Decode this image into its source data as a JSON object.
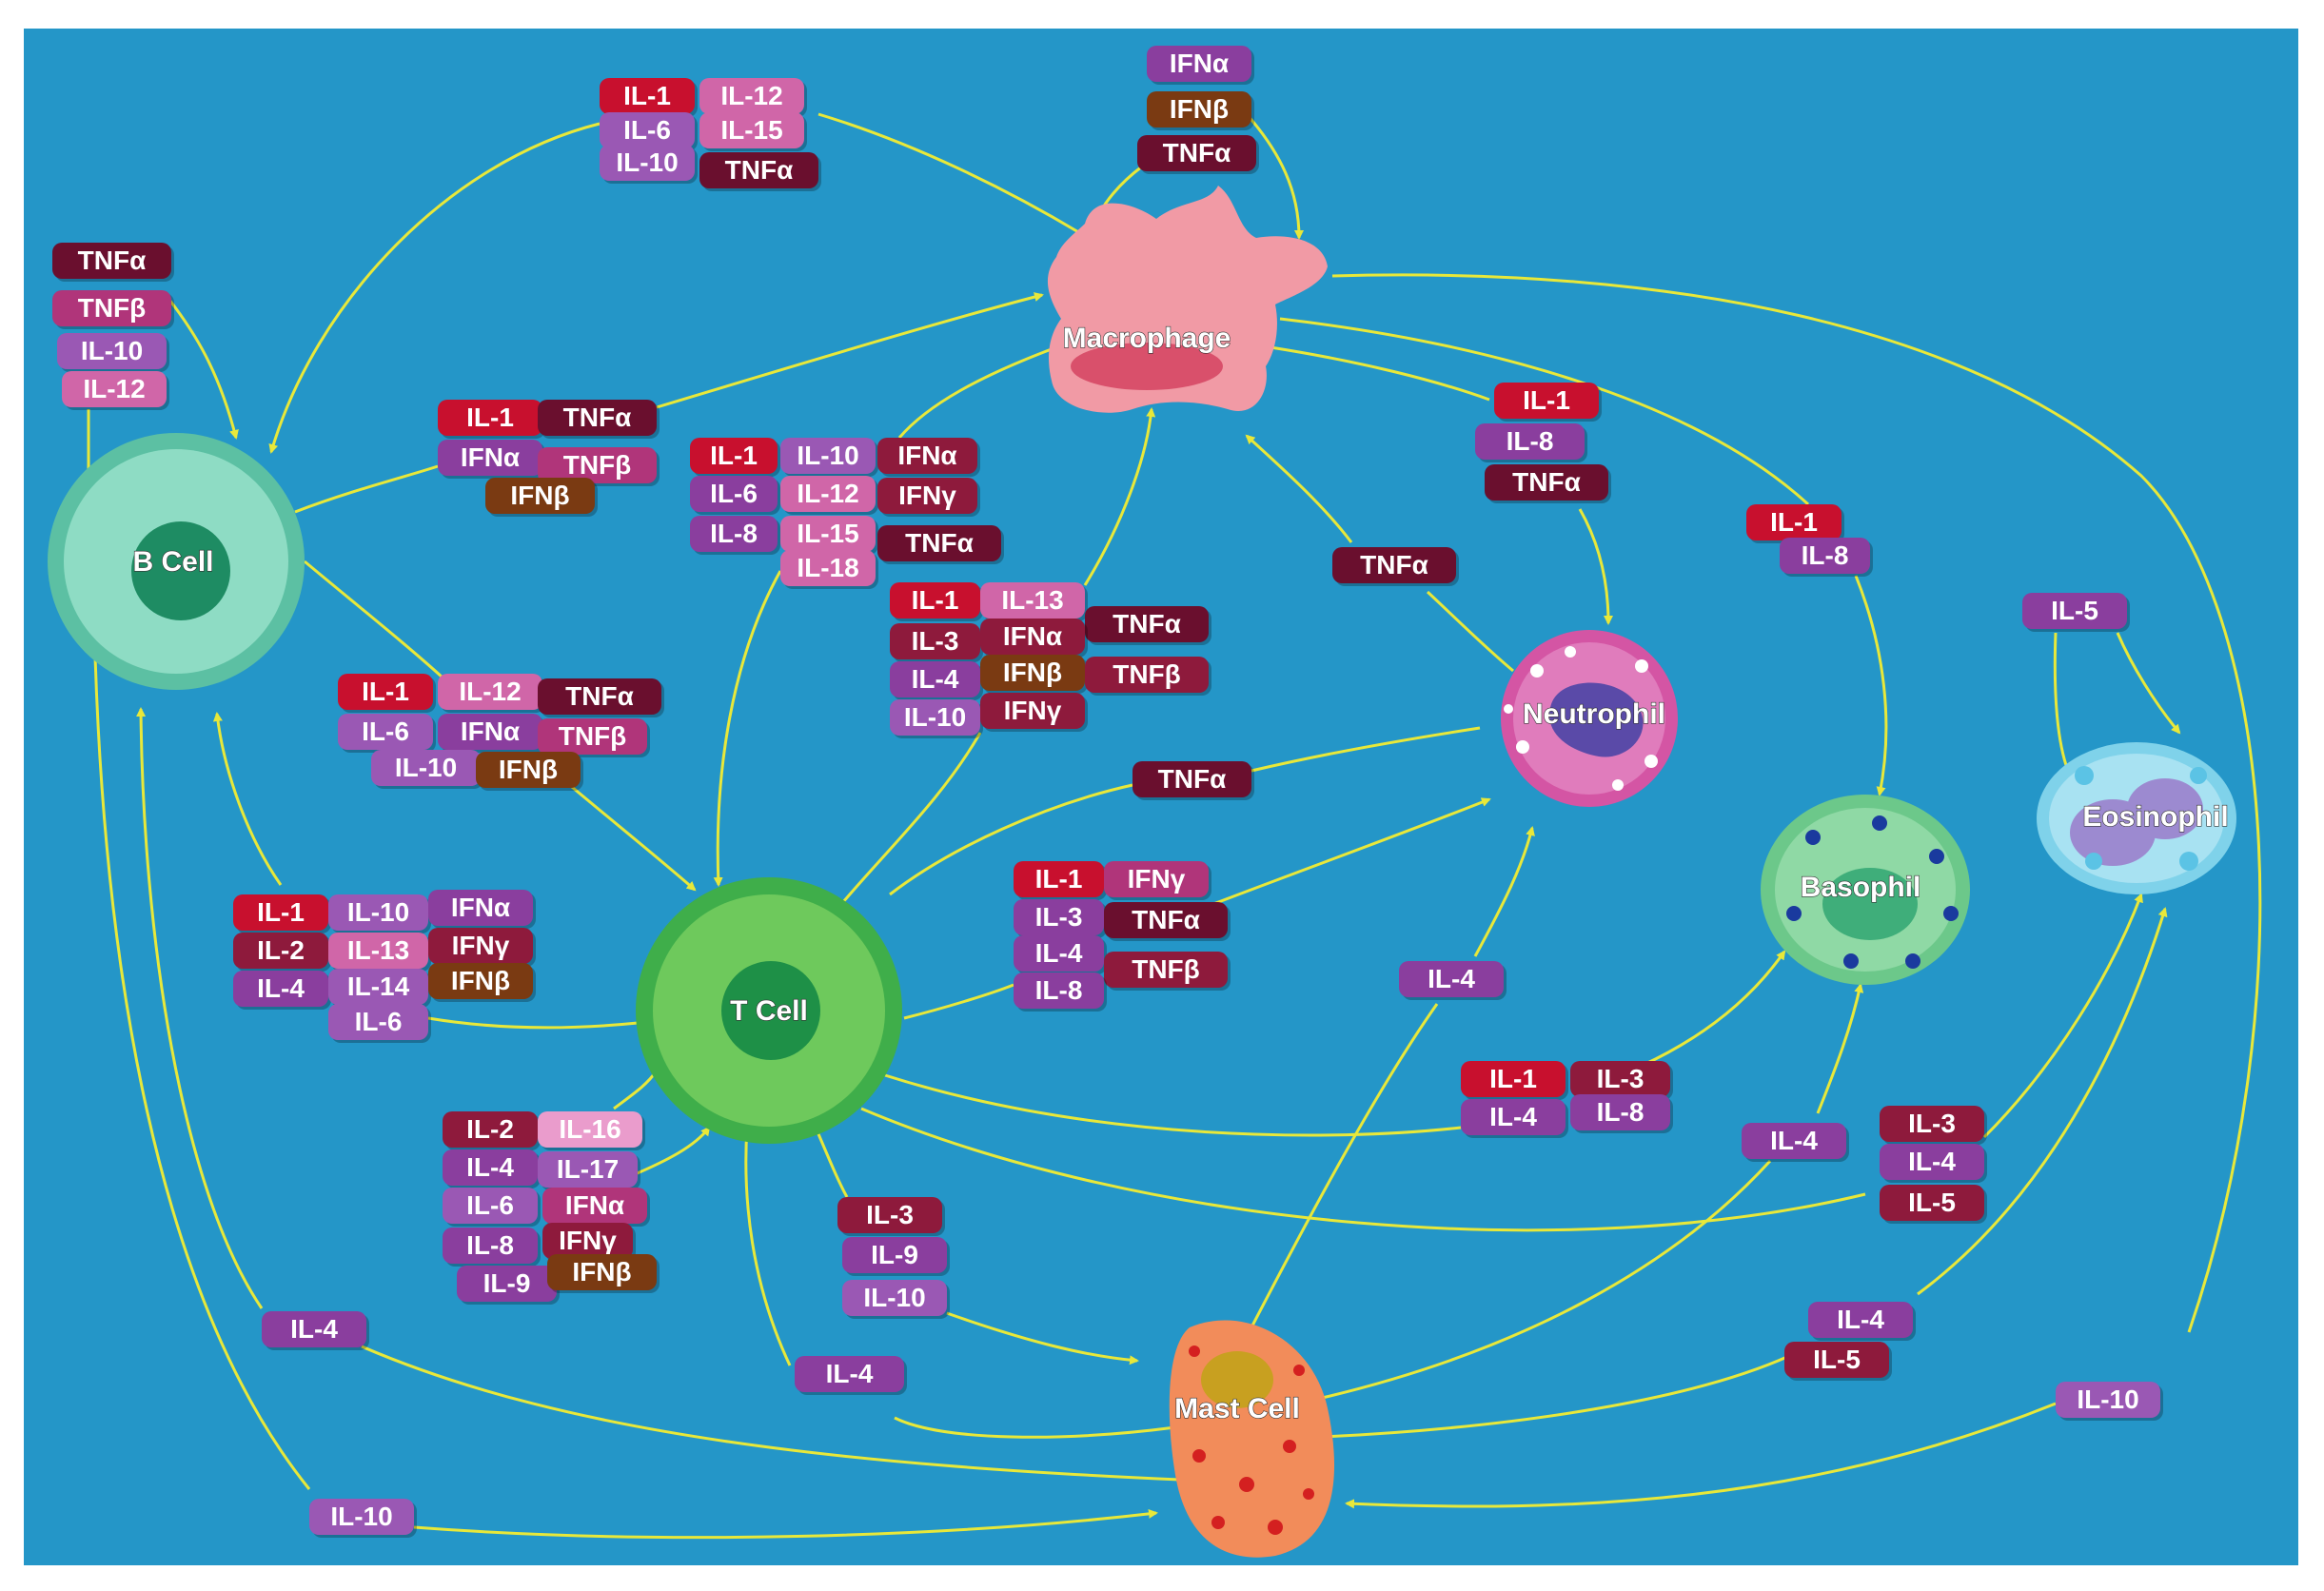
{
  "cells": {
    "b_cell": "B Cell",
    "t_cell": "T Cell",
    "macrophage": "Macrophage",
    "neutrophil": "Neutrophil",
    "basophil": "Basophil",
    "eosinophil": "Eosinophil",
    "mast_cell": "Mast Cell"
  },
  "colors": {
    "background": "#2496c8",
    "arrow": "#e8e83a",
    "red": "#c8102e",
    "maroon": "#8e1a3c",
    "dark_maroon": "#6a0f2e",
    "magenta": "#b0357a",
    "purple": "#8a3e9e",
    "light_purple": "#9a58b4",
    "pink": "#d066a8",
    "light_pink": "#ea9ccc",
    "brown": "#7a3a12"
  },
  "groups": [
    {
      "id": "g1",
      "labels": [
        "IL-1",
        "IL-12",
        "IL-6",
        "IL-15",
        "IL-10",
        "TNFα"
      ]
    },
    {
      "id": "g2",
      "labels": [
        "IFNα",
        "IFNβ",
        "TNFα"
      ]
    },
    {
      "id": "g3",
      "labels": [
        "TNFα",
        "TNFβ",
        "IL-10",
        "IL-12"
      ]
    },
    {
      "id": "g4",
      "labels": [
        "IL-1",
        "TNFα",
        "IFNα",
        "TNFβ",
        "IFNβ"
      ]
    },
    {
      "id": "g5",
      "labels": [
        "IL-1",
        "IL-10",
        "IFNα",
        "IL-6",
        "IL-12",
        "IFNγ",
        "IL-8",
        "IL-15",
        "TNFα",
        "IL-18"
      ]
    },
    {
      "id": "g6",
      "labels": [
        "IL-1",
        "IL-13",
        "TNFα",
        "IL-3",
        "IFNα",
        "IL-4",
        "IFNβ",
        "TNFβ",
        "IL-10",
        "IFNγ"
      ]
    },
    {
      "id": "g7",
      "labels": [
        "IL-1",
        "IL-12",
        "TNFα",
        "IL-6",
        "IFNα",
        "TNFβ",
        "IL-10",
        "IFNβ"
      ]
    },
    {
      "id": "g8",
      "labels": [
        "IL-1",
        "IL-8",
        "TNFα"
      ]
    },
    {
      "id": "g9",
      "labels": [
        "TNFα"
      ]
    },
    {
      "id": "g10",
      "labels": [
        "IL-1",
        "IL-8"
      ]
    },
    {
      "id": "g11",
      "labels": [
        "IL-5"
      ]
    },
    {
      "id": "g12",
      "labels": [
        "TNFα"
      ]
    },
    {
      "id": "g13",
      "labels": [
        "IL-1",
        "IFNγ",
        "IL-3",
        "TNFα",
        "IL-4",
        "TNFβ",
        "IL-8"
      ]
    },
    {
      "id": "g14",
      "labels": [
        "IL-1",
        "IL-10",
        "IFNα",
        "IL-2",
        "IL-13",
        "IFNγ",
        "IL-4",
        "IL-14",
        "IFNβ",
        "IL-6"
      ]
    },
    {
      "id": "g15",
      "labels": [
        "IL-4"
      ]
    },
    {
      "id": "g16",
      "labels": [
        "IL-1",
        "IL-3",
        "IL-4",
        "IL-8"
      ]
    },
    {
      "id": "g17",
      "labels": [
        "IL-2",
        "IL-16",
        "IL-4",
        "IL-17",
        "IL-6",
        "IFNα",
        "IFNγ",
        "IL-8",
        "IL-9",
        "IFNβ"
      ]
    },
    {
      "id": "g18",
      "labels": [
        "IL-3",
        "IL-9",
        "IL-10"
      ]
    },
    {
      "id": "g19",
      "labels": [
        "IL-4"
      ]
    },
    {
      "id": "g20",
      "labels": [
        "IL-3",
        "IL-4",
        "IL-5"
      ]
    },
    {
      "id": "g21",
      "labels": [
        "IL-4"
      ]
    },
    {
      "id": "g22",
      "labels": [
        "IL-4"
      ]
    },
    {
      "id": "g23",
      "labels": [
        "IL-4",
        "IL-5"
      ]
    },
    {
      "id": "g24",
      "labels": [
        "IL-10"
      ]
    },
    {
      "id": "g25",
      "labels": [
        "IL-10"
      ]
    }
  ]
}
